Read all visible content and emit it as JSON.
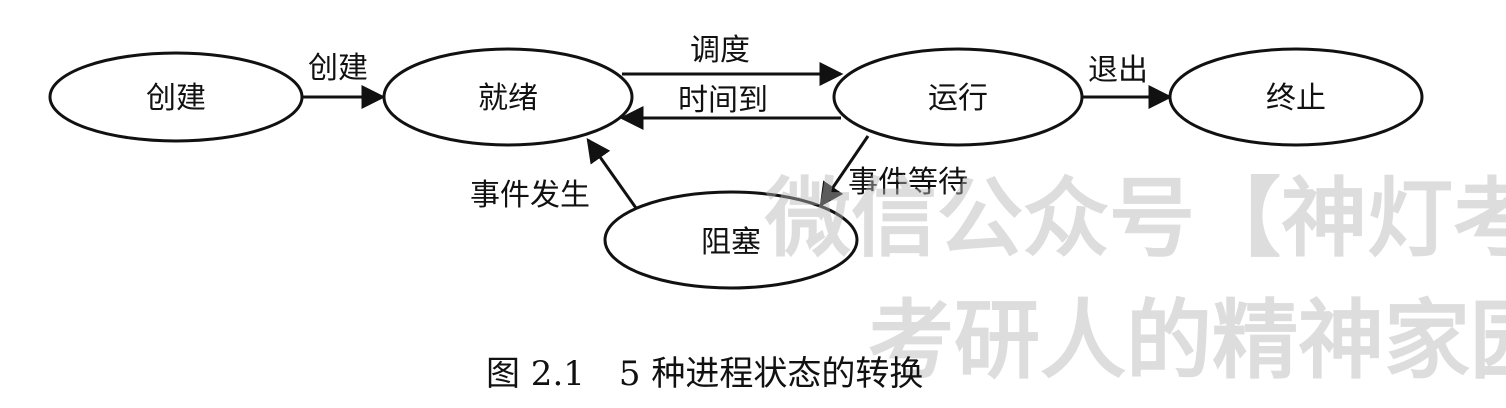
{
  "diagram": {
    "nodes": {
      "create": "创建",
      "ready": "就绪",
      "running": "运行",
      "terminate": "终止",
      "blocked": "阻塞"
    },
    "edges": {
      "create_to_ready": "创建",
      "ready_to_running": "调度",
      "running_to_ready": "时间到",
      "running_to_terminate": "退出",
      "running_to_blocked": "事件等待",
      "blocked_to_ready": "事件发生"
    }
  },
  "caption": "图 2.1　5 种进程状态的转换",
  "watermark": {
    "line1": "微信公众号【神灯考研",
    "line2": "考研人的精神家园"
  }
}
